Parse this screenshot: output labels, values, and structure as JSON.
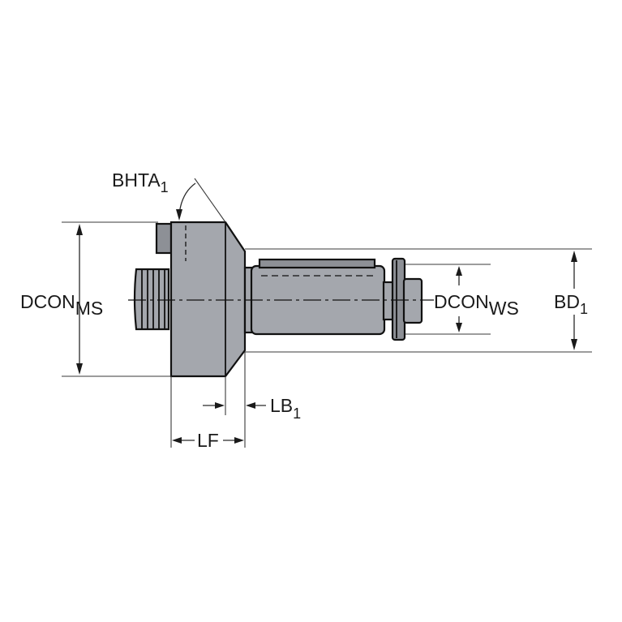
{
  "diagram": {
    "labels": {
      "bhta": {
        "main": "BHTA",
        "sub": "1"
      },
      "dcon_ms": {
        "main": "DCON",
        "sub": "MS"
      },
      "dcon_ws": {
        "main": "DCON",
        "sub": "WS"
      },
      "bd": {
        "main": "BD",
        "sub": "1"
      },
      "lb": {
        "main": "LB",
        "sub": "1"
      },
      "lf": {
        "main": "LF",
        "sub": ""
      }
    },
    "colors": {
      "part_fill": "#a4a7ad",
      "part_dark_fill": "#8d9096",
      "outline": "#111111",
      "dimension": "#2a2a2a"
    }
  }
}
